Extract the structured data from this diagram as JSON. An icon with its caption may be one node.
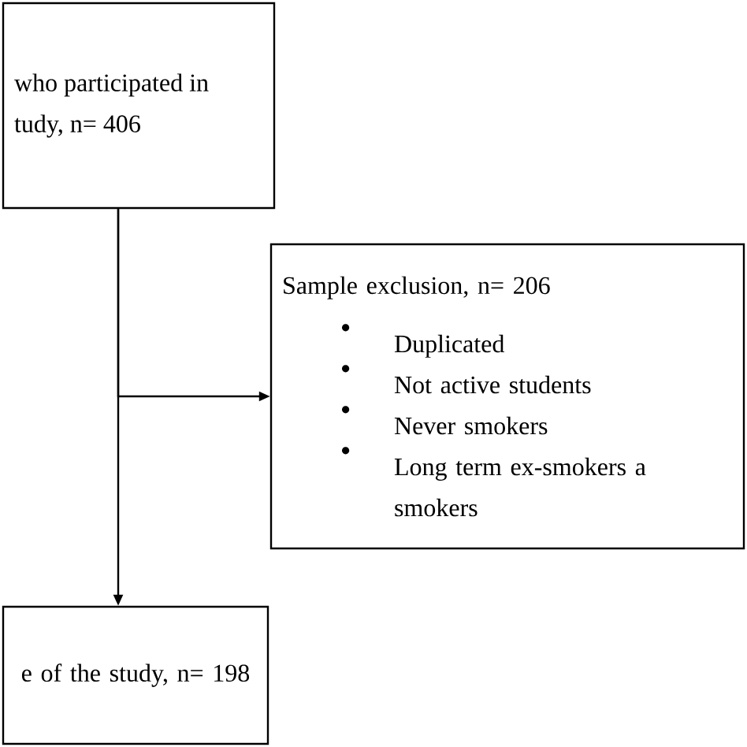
{
  "diagram": {
    "nodes": [
      {
        "text": [
          "who participated in tudy, n= 406"
        ]
      },
      {
        "text": [
          "Sample exclusion, n= 206",
          "Duplicated",
          "Not active students",
          "Never smokers",
          "Long term ex-smokers a smokers"
        ]
      },
      {
        "text": [
          "e of the study, n= 198"
        ]
      }
    ],
    "edges": [
      {
        "from": 0,
        "to": 2,
        "arrow": "to"
      },
      {
        "from": 0,
        "to": 1,
        "arrow": "to"
      }
    ]
  }
}
